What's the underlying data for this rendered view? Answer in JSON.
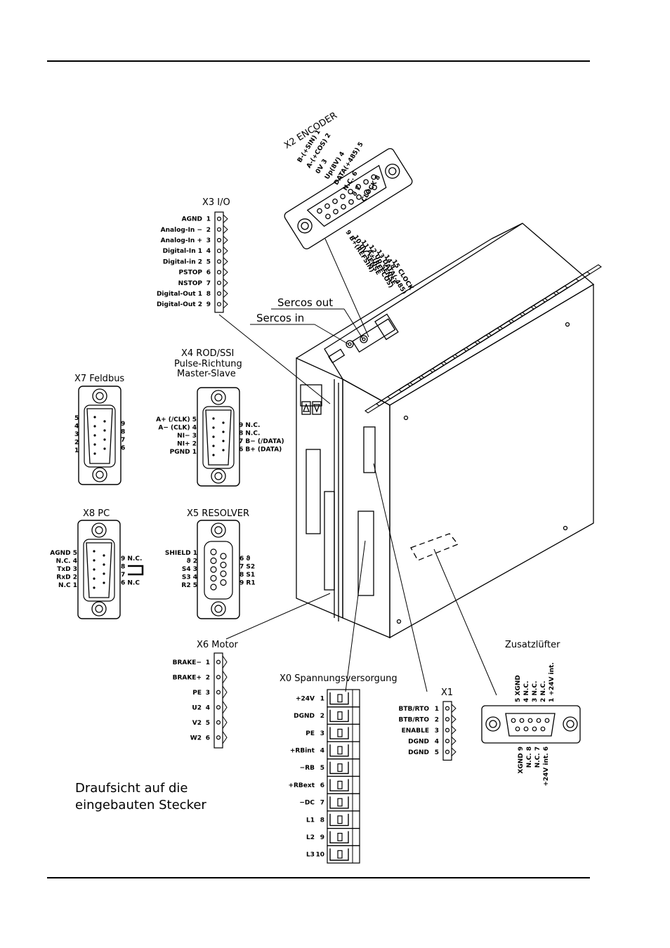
{
  "connectors": {
    "x2": {
      "title": "X2 ENCODER",
      "pins_left": [
        "B-(+SIN) 1",
        "A-(+COS) 2",
        "0V 3",
        "Up(8V) 4",
        "DATA(+485) 5",
        "N.C. 6",
        "ϑ 7",
        "CLOCK 8"
      ],
      "pins_right": [
        "9 B+(REFSIN)",
        "10 0V SENSE",
        "11 A+(REFCOS)",
        "12 Up SENSE",
        "13 DATA(-485)",
        "14 ϑ",
        "15 CLOCK"
      ]
    },
    "x3": {
      "title": "X3 I/O",
      "pins": [
        {
          "label": "AGND",
          "num": "1"
        },
        {
          "label": "Analog-In −",
          "num": "2"
        },
        {
          "label": "Analog-In +",
          "num": "3"
        },
        {
          "label": "Digital-In 1",
          "num": "4"
        },
        {
          "label": "Digital-in 2",
          "num": "5"
        },
        {
          "label": "PSTOP",
          "num": "6"
        },
        {
          "label": "NSTOP",
          "num": "7"
        },
        {
          "label": "Digital-Out 1",
          "num": "8"
        },
        {
          "label": "Digital-Out 2",
          "num": "9"
        }
      ]
    },
    "x4": {
      "title_lines": [
        "X4 ROD/SSI",
        "Pulse-Richtung",
        "Master-Slave"
      ],
      "pins_left": [
        "A+ (/CLK) 5",
        "A− (CLK) 4",
        "NI− 3",
        "NI+ 2",
        "PGND 1"
      ],
      "pins_right": [
        "9 N.C.",
        "8 N.C.",
        "7 B− (/DATA)",
        "6 B+ (DATA)"
      ]
    },
    "x7": {
      "title": "X7 Feldbus",
      "nums_left": [
        "5",
        "4",
        "3",
        "2",
        "1"
      ],
      "nums_right": [
        "9",
        "8",
        "7",
        "6"
      ]
    },
    "x8": {
      "title": "X8 PC",
      "pins_left": [
        "AGND 5",
        "N.C. 4",
        "TxD 3",
        "RxD 2",
        "N.C 1"
      ],
      "pins_right": [
        "9 N.C.",
        "8",
        "7",
        "6 N.C"
      ]
    },
    "x5": {
      "title": "X5 RESOLVER",
      "pins_left": [
        "SHIELD 1",
        "ϑ 2",
        "S4 3",
        "S3 4",
        "R2 5"
      ],
      "pins_right": [
        "6 ϑ",
        "7 S2",
        "8 S1",
        "9 R1"
      ]
    },
    "x6": {
      "title": "X6 Motor",
      "pins": [
        {
          "label": "BRAKE−",
          "num": "1"
        },
        {
          "label": "BRAKE+",
          "num": "2"
        },
        {
          "label": "PE",
          "num": "3"
        },
        {
          "label": "U2",
          "num": "4"
        },
        {
          "label": "V2",
          "num": "5"
        },
        {
          "label": "W2",
          "num": "6"
        }
      ]
    },
    "x0": {
      "title": "X0 Spannungsversorgung",
      "pins": [
        {
          "label": "+24V",
          "num": "1"
        },
        {
          "label": "DGND",
          "num": "2"
        },
        {
          "label": "PE",
          "num": "3"
        },
        {
          "label": "+RBint",
          "num": "4"
        },
        {
          "label": "−RB",
          "num": "5"
        },
        {
          "label": "+RBext",
          "num": "6"
        },
        {
          "label": "−DC",
          "num": "7"
        },
        {
          "label": "L1",
          "num": "8"
        },
        {
          "label": "L2",
          "num": "9"
        },
        {
          "label": "L3",
          "num": "10"
        }
      ]
    },
    "x1": {
      "title": "X1",
      "pins": [
        {
          "label": "BTB/RTO",
          "num": "1"
        },
        {
          "label": "BTB/RTO",
          "num": "2"
        },
        {
          "label": "ENABLE",
          "num": "3"
        },
        {
          "label": "DGND",
          "num": "4"
        },
        {
          "label": "DGND",
          "num": "5"
        }
      ]
    },
    "fan": {
      "title": "Zusatzlüfter",
      "pins_top": [
        "5 XGND",
        "4 N.C.",
        "3 N.C.",
        "2 N.C.",
        "1 +24V int."
      ],
      "pins_bottom": [
        "XGND 9",
        "N.C. 8",
        "N.C. 7",
        "+24V int. 6"
      ]
    }
  },
  "sercos_out": "Sercos out",
  "sercos_in": "Sercos in",
  "caption": [
    "Draufsicht auf die",
    "eingebauten Stecker"
  ]
}
